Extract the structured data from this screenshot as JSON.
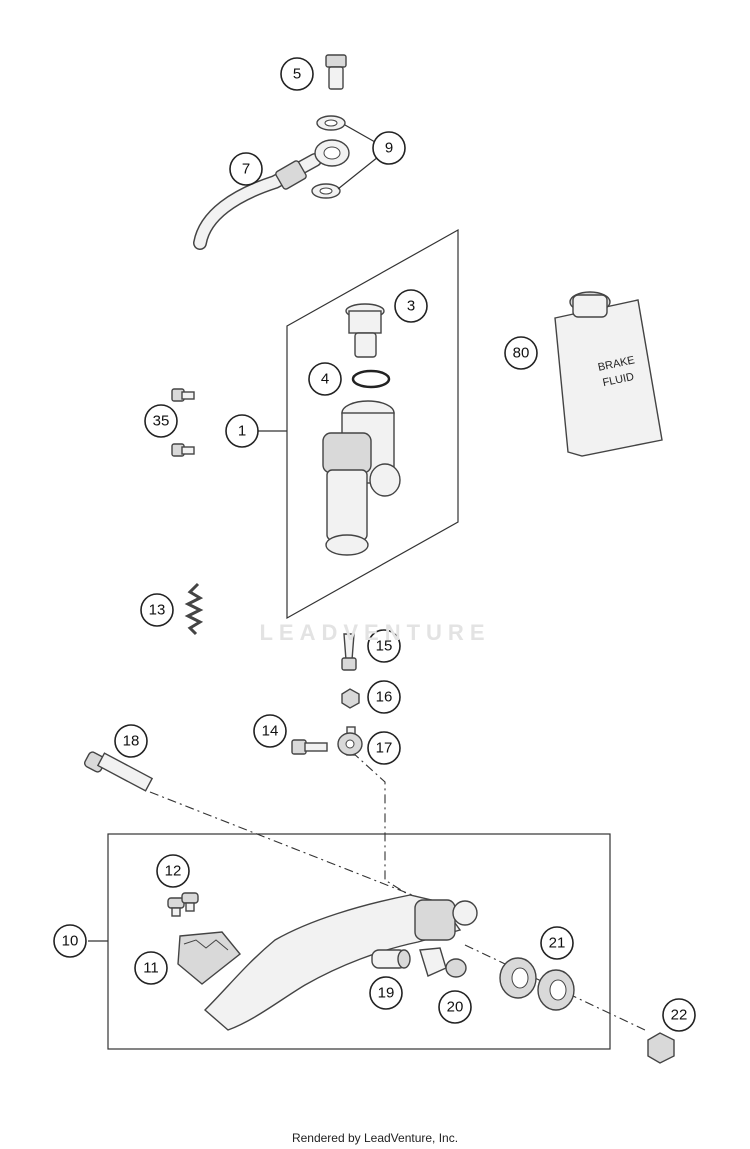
{
  "callouts": {
    "c1": "1",
    "c3": "3",
    "c4": "4",
    "c5": "5",
    "c7": "7",
    "c9": "9",
    "c10": "10",
    "c11": "11",
    "c12": "12",
    "c13": "13",
    "c14": "14",
    "c15": "15",
    "c16": "16",
    "c17": "17",
    "c18": "18",
    "c19": "19",
    "c20": "20",
    "c21": "21",
    "c22": "22",
    "c35": "35",
    "c80": "80"
  },
  "bottle_label_line1": "BRAKE",
  "bottle_label_line2": "FLUID",
  "watermark": "LEADVENTURE",
  "footer_credit": "Rendered by LeadVenture, Inc."
}
